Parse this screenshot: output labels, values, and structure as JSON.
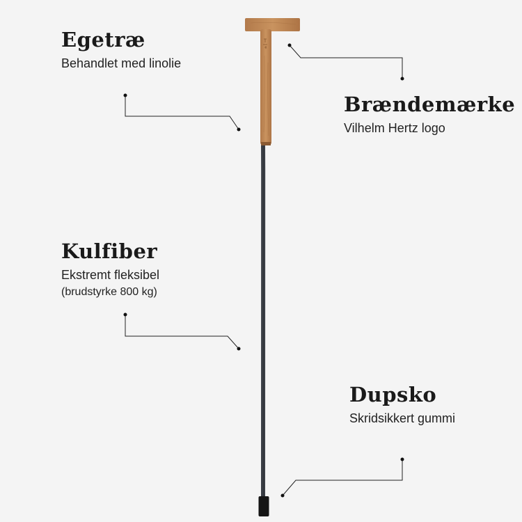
{
  "product": {
    "handle_color": "#c18a5a",
    "handle_shadow": "#a66f43",
    "shaft_color": "#2f3238",
    "tip_color": "#151515"
  },
  "callouts": [
    {
      "title": "Egetræ",
      "subtitle": "Behandlet med linolie"
    },
    {
      "title": "Brændemærke",
      "subtitle": "Vilhelm Hertz logo"
    },
    {
      "title": "Kulfiber",
      "subtitle": "Ekstremt fleksibel",
      "note": "(brudstyrke 800 kg)"
    },
    {
      "title": "Dupsko",
      "subtitle": "Skridsikkert gummi"
    }
  ]
}
